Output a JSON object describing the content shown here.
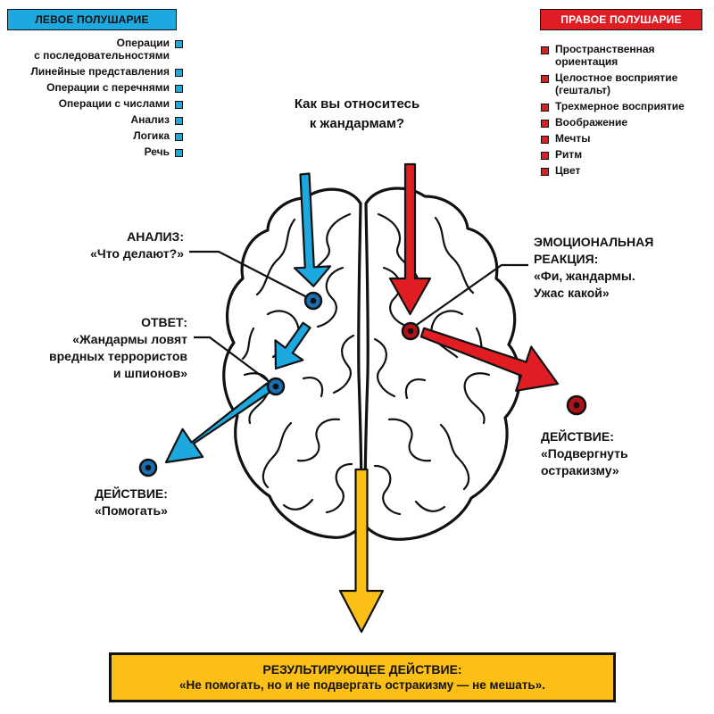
{
  "left_panel": {
    "title": "ЛЕВОЕ ПОЛУШАРИЕ",
    "color": "#1da8e0",
    "items": [
      "Операции\nс последовательностями",
      "Линейные представления",
      "Операции с перечнями",
      "Операции с числами",
      "Анализ",
      "Логика",
      "Речь"
    ]
  },
  "right_panel": {
    "title": "ПРАВОЕ ПОЛУШАРИЕ",
    "color": "#e11d24",
    "items": [
      "Пространственная\nориентация",
      "Целостное восприятие\n(гештальт)",
      "Трехмерное восприятие",
      "Воображение",
      "Мечты",
      "Ритм",
      "Цвет"
    ]
  },
  "question": "Как вы относитесь\nк жандармам?",
  "labels": {
    "analysis": "АНАЛИЗ:\n«Что делают?»",
    "answer": "ОТВЕТ:\n«Жандармы ловят\nвредных террористов\nи шпионов»",
    "left_action": "ДЕЙСТВИЕ:\n«Помогать»",
    "emotion": "ЭМОЦИОНАЛЬНАЯ\nРЕАКЦИЯ:\n«Фи, жандармы.\nУжас какой»",
    "right_action": "ДЕЙСТВИЕ:\n«Подвергнуть\nостракизму»"
  },
  "result": {
    "title": "РЕЗУЛЬТИРУЮЩЕЕ ДЕЙСТВИЕ:",
    "text": "«Не помогать, но и не подвергать остракизму — не мешать».",
    "color": "#fbbf15"
  },
  "colors": {
    "blue": "#1da8e0",
    "red": "#e11d24",
    "yellow": "#fbbf15",
    "node_blue_fill": "#1a6fb0",
    "node_red_fill": "#b01218"
  }
}
